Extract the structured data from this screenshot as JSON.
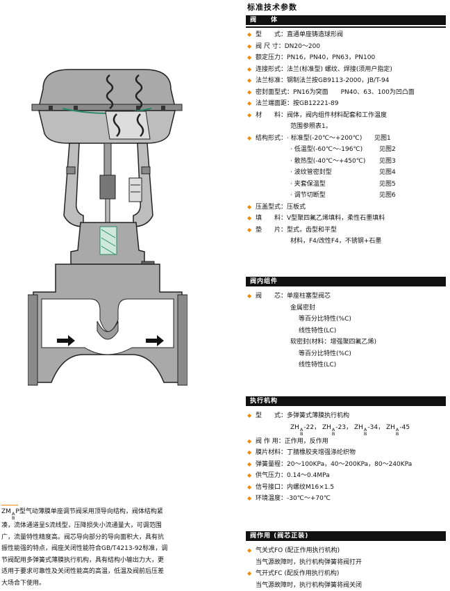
{
  "page_title": "标准技术参数",
  "colors": {
    "bullet": "#f08a00",
    "header_bg": "#111111",
    "body_gray": "#9a9a9a",
    "stem_green": "#2a8a6a"
  },
  "sections": {
    "valve_body": {
      "header": "阀　　体",
      "rows": [
        {
          "label": "型　　式：",
          "value": "直通单座铸造球形阀"
        },
        {
          "label": "阀 尺 寸：",
          "value": "DN20～200"
        },
        {
          "label": "额定压力：",
          "value": "PN16，PN40，PN63，PN100"
        },
        {
          "label": "连接形式：",
          "value": "法兰(标准型) 螺纹、焊接(须用户指定)"
        },
        {
          "label": "法兰标准：",
          "value": "钢制法兰按GB9113-2000，JB/T-94"
        },
        {
          "label": "密封面型式：",
          "value": "PN16为突面　　PN40、63、100为凹凸面"
        },
        {
          "label": "法兰端面距：",
          "value": "按GB12221-89"
        },
        {
          "label": "材　　料：",
          "value": "阀体，阀内组件材料配套和工作温度"
        }
      ],
      "material_cont": "范围参照表1。",
      "structure_label": "结构形式：",
      "structure_items": [
        {
          "text": "· 标准型(-20℃～+200℃)",
          "fig": "见图1"
        },
        {
          "text": "· 低温型(-60℃～-196℃)",
          "fig": "见图2"
        },
        {
          "text": "· 散热型(-40℃～+450℃)",
          "fig": "见图3"
        },
        {
          "text": "· 波纹管密封型",
          "fig": "见图4"
        },
        {
          "text": "· 夹套保温型",
          "fig": "见图5"
        },
        {
          "text": "· 调节切断型",
          "fig": "见图6"
        }
      ],
      "rows2": [
        {
          "label": "压盖型式：",
          "value": "压板式"
        },
        {
          "label": "填　　料：",
          "value": "V型聚四氟乙烯填料，柔性石墨填料"
        },
        {
          "label": "垫　　片：",
          "value": "型式，齿型和平型"
        }
      ],
      "gasket_cont": "材料，F4/改性F4，不锈钢+石墨"
    },
    "trim": {
      "header": "阀内组件",
      "core_label": "阀　　芯：",
      "core_value": "单座柱塞型阀芯",
      "lines": [
        {
          "indent": 1,
          "text": "金属密封"
        },
        {
          "indent": 2,
          "text": "等百分比特性(%C)"
        },
        {
          "indent": 2,
          "text": "线性特性(LC)"
        },
        {
          "indent": 1,
          "text": "软密封(材料：增强聚四氟乙烯)"
        },
        {
          "indent": 2,
          "text": "等百分比特性(%C)"
        },
        {
          "indent": 2,
          "text": "线性特性(LC)"
        }
      ]
    },
    "actuator": {
      "header": "执行机构",
      "type_label": "型　　式：",
      "type_value": "多弹簧式薄膜执行机构",
      "model_prefix": "ZH",
      "stack_top": "A",
      "stack_bottom": "B",
      "models": [
        "-22，",
        "-23，",
        "-34，",
        "-45"
      ],
      "rows": [
        {
          "label": "阀 作 用：",
          "value": "正作用，反作用"
        },
        {
          "label": "膜片材料：",
          "value": "丁腈橡胶夹增强涤纶织物"
        },
        {
          "label": "弹簧量程：",
          "value": "20～100KPa，40～200KPa，80～240KPa"
        },
        {
          "label": "供气压力：",
          "value": "0.14～0.4MPa"
        },
        {
          "label": "信号接口：",
          "value": "内螺纹M16×1.5"
        },
        {
          "label": "环境温度：",
          "value": "-30℃～+70℃"
        }
      ]
    },
    "action": {
      "header": "阀作用 (阀芯正装)",
      "items": [
        {
          "title": "气关式FO (配正作用执行机构)",
          "desc": "当气源故障时，执行机构弹簧将阀打开"
        },
        {
          "title": "气开式FC (配反作用执行机构)",
          "desc": "当气源故障时，执行机构弹簧将阀关闭"
        }
      ]
    }
  },
  "description": {
    "prefix": "ZM",
    "stack_top": "A",
    "stack_bottom": "B",
    "first_line_rest": "P型气动薄膜单座调节阀采用顶导向结构，阀体结构紧",
    "lines": [
      "凑，流体通道呈S流线型，压降损失小流通量大，可调范围",
      "广，流量特性精度高。阀芯导向部分的导向面积大，具有抗",
      "振性能强的特点，阀座关闭性能符合GB/T4213-92标准，调",
      "节阀配用多弹簧式薄膜执行机构，具有结构小输出力大，更",
      "适用于要求可靠性及关闭性能高的高温，低温及阀前后压差",
      "大场合下使用。"
    ]
  }
}
